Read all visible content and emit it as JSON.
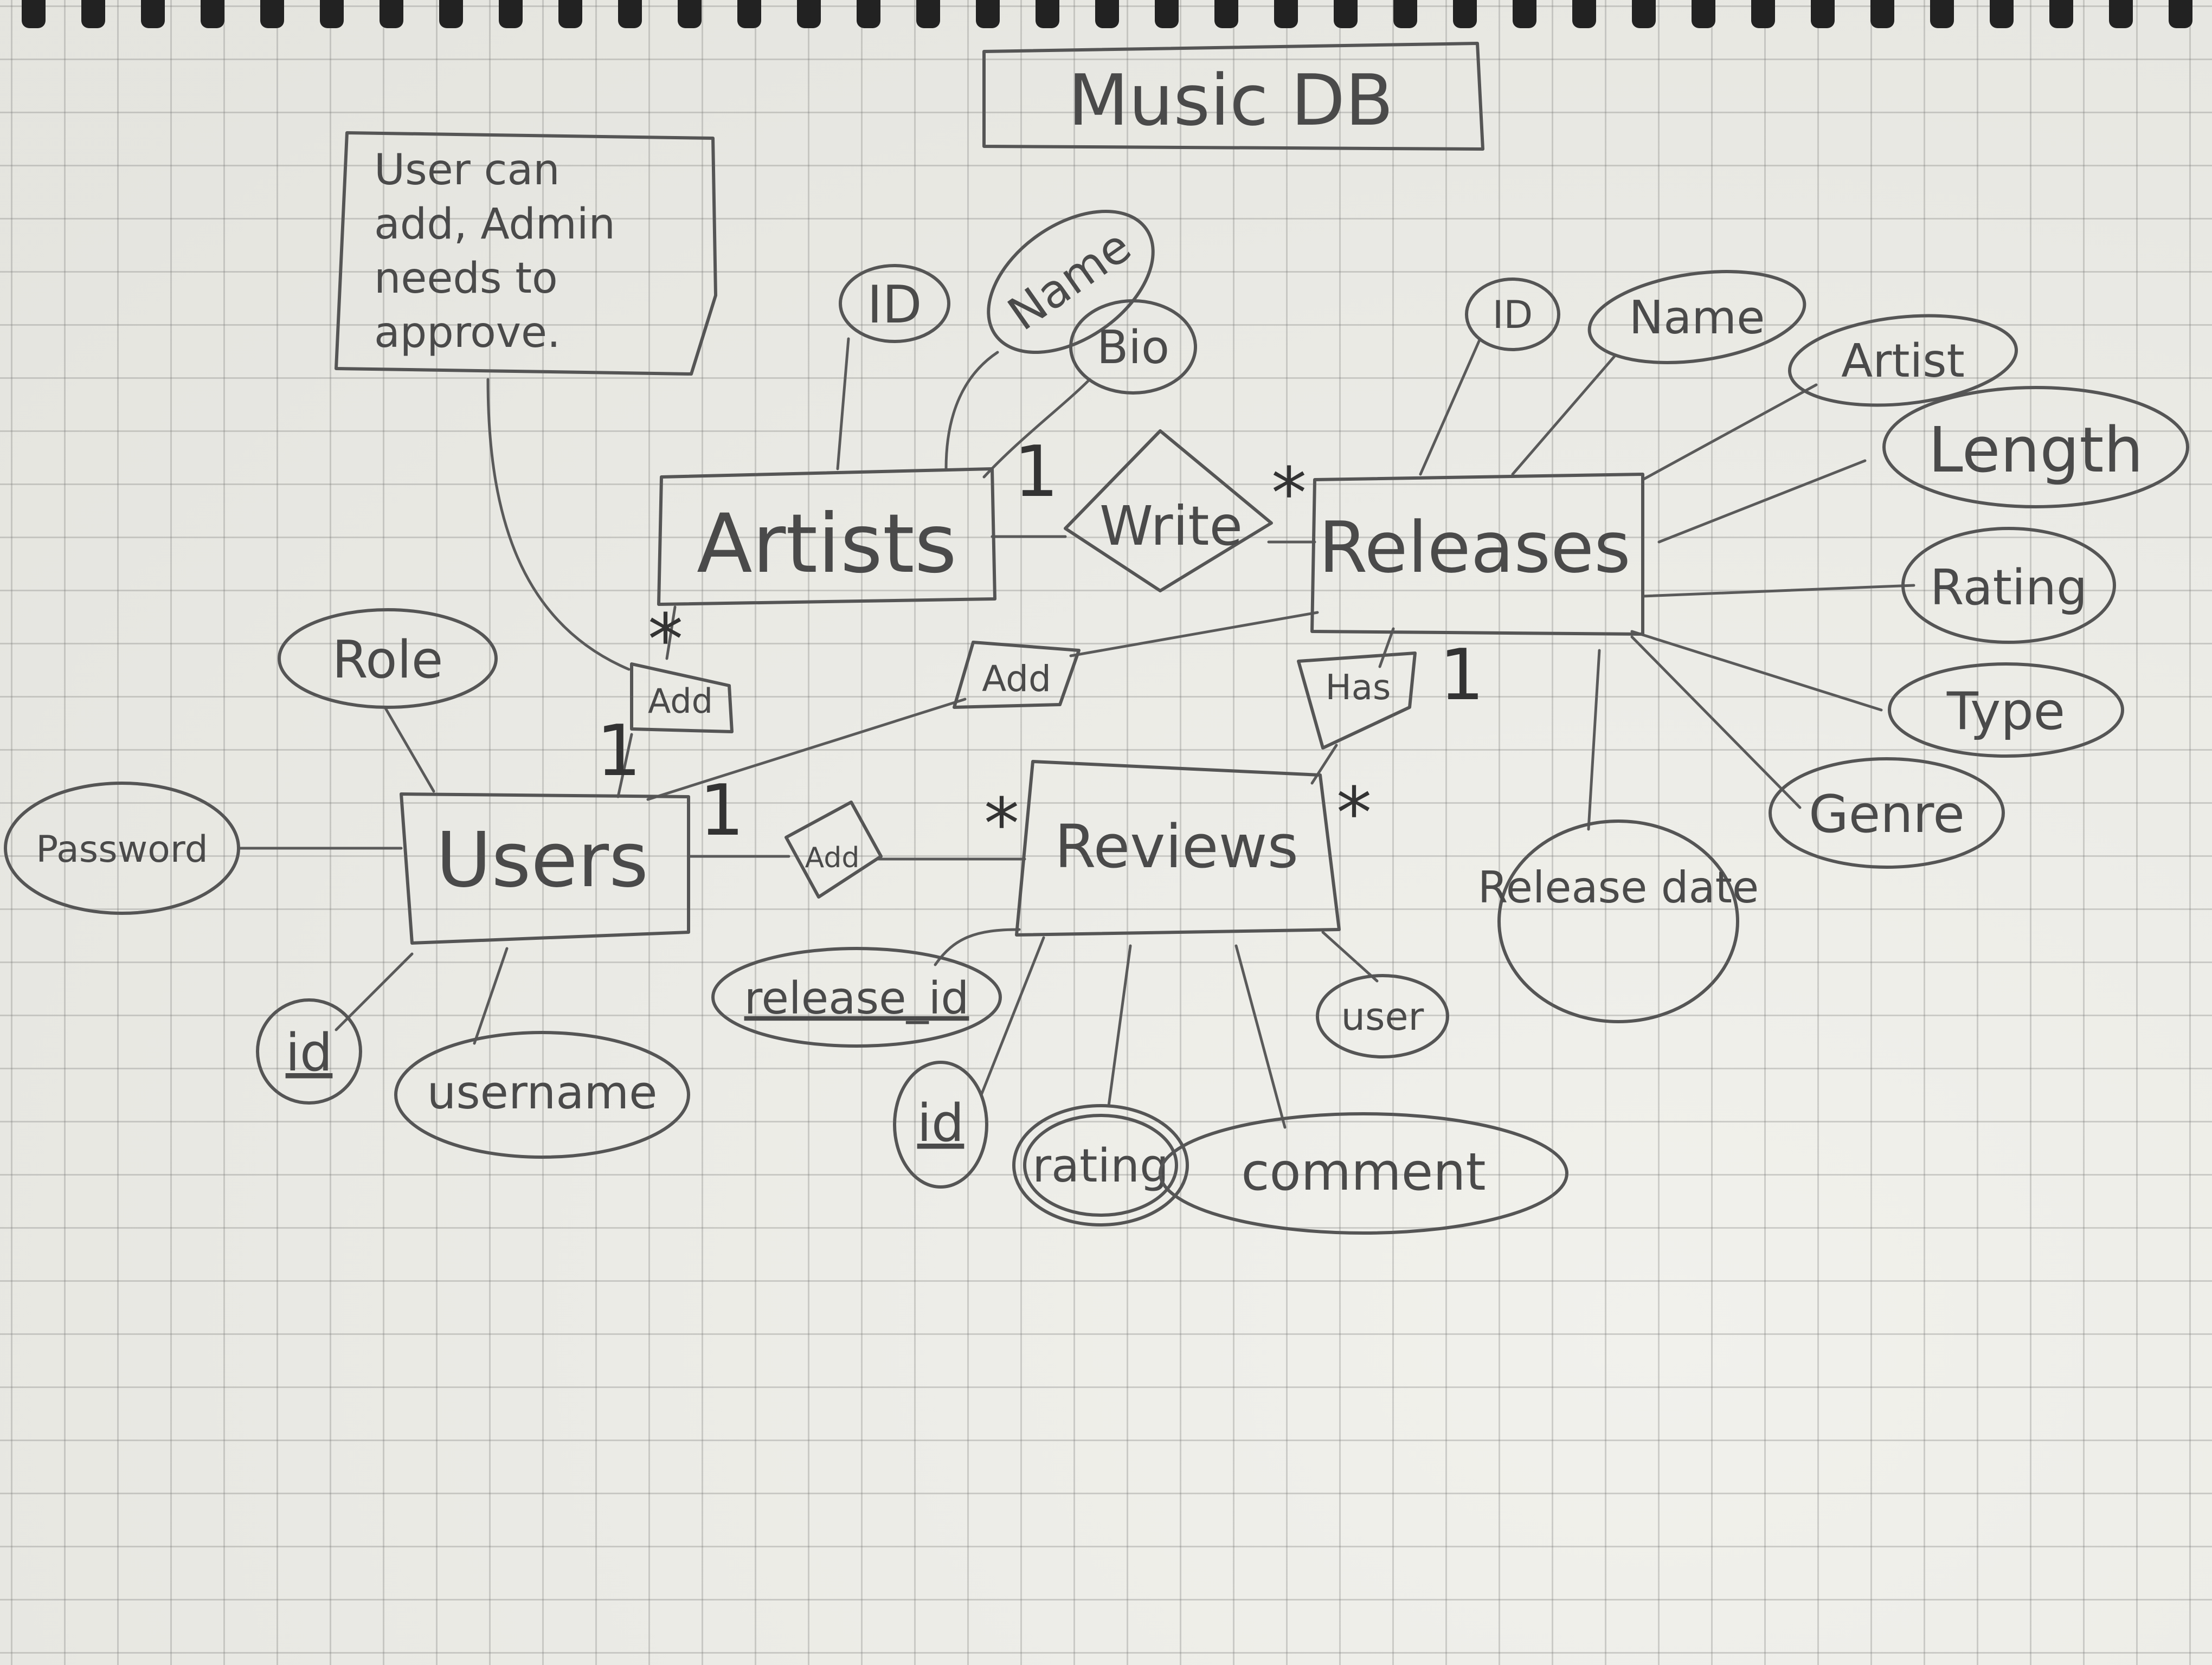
{
  "title": "Music DB",
  "note": {
    "lines": [
      "User can",
      "add, Admin",
      "needs to",
      "approve."
    ]
  },
  "entities": {
    "artists": "Artists",
    "releases": "Releases",
    "users": "Users",
    "reviews": "Reviews"
  },
  "relationships": {
    "write": "Write",
    "add_artist": "Add",
    "add_release": "Add",
    "add_review": "Add",
    "has": "Has"
  },
  "attributes": {
    "artists": [
      "ID",
      "Name",
      "Bio"
    ],
    "releases": [
      "ID",
      "Name",
      "Artist",
      "Length",
      "Rating",
      "Type",
      "Genre",
      "Release date"
    ],
    "users": [
      "Role",
      "Password",
      "id",
      "username"
    ],
    "reviews": [
      "release_id",
      "id",
      "rating",
      "comment",
      "user"
    ]
  },
  "cardinalities": {
    "artists_write": "1",
    "write_releases": "*",
    "add_artists": "*",
    "users_add_top": "1",
    "users_reviews": "1",
    "reviews_add": "*",
    "releases_has": "1",
    "has_reviews": "*"
  }
}
